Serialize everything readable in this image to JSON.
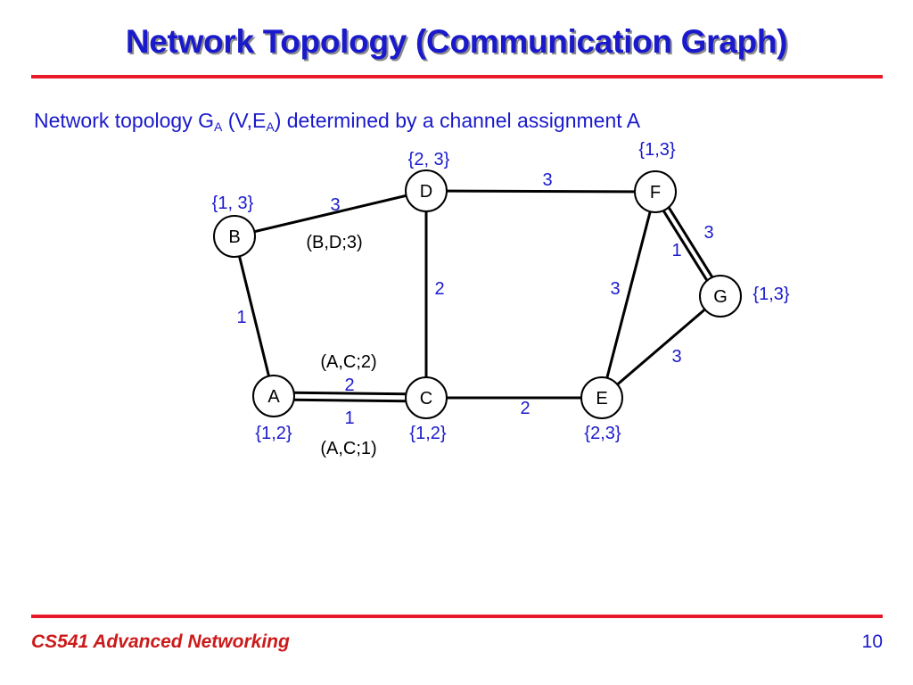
{
  "title": "Network Topology (Communication Graph)",
  "subtitle": {
    "prefix": "Network topology G",
    "sub1": "A",
    "middle": " (V,E",
    "sub2": "A",
    "suffix": ") determined by a channel assignment A"
  },
  "footer": {
    "course": "CS541 Advanced Networking",
    "page": "10"
  },
  "colors": {
    "title": "#1a1acc",
    "accent_rule": "#e81a2a",
    "label_blue": "#1a1acc",
    "footer_red": "#cc1a1a",
    "edge": "#000000"
  },
  "graph": {
    "nodes": [
      {
        "id": "B",
        "label": "B",
        "channels": "{1, 3}"
      },
      {
        "id": "D",
        "label": "D",
        "channels": "{2, 3}"
      },
      {
        "id": "F",
        "label": "F",
        "channels": "{1,3}"
      },
      {
        "id": "G",
        "label": "G",
        "channels": "{1,3}"
      },
      {
        "id": "A",
        "label": "A",
        "channels": "{1,2}"
      },
      {
        "id": "C",
        "label": "C",
        "channels": "{1,2}"
      },
      {
        "id": "E",
        "label": "E",
        "channels": "{2,3}"
      }
    ],
    "edges": [
      {
        "id": "B-D",
        "from": "B",
        "to": "D",
        "channel": "3"
      },
      {
        "id": "D-F",
        "from": "D",
        "to": "F",
        "channel": "3"
      },
      {
        "id": "B-A",
        "from": "B",
        "to": "A",
        "channel": "1"
      },
      {
        "id": "D-C",
        "from": "D",
        "to": "C",
        "channel": "2"
      },
      {
        "id": "F-E",
        "from": "F",
        "to": "E",
        "channel": "3"
      },
      {
        "id": "F-G-1",
        "from": "F",
        "to": "G",
        "channel": "1"
      },
      {
        "id": "F-G-3",
        "from": "F",
        "to": "G",
        "channel": "3"
      },
      {
        "id": "G-E",
        "from": "G",
        "to": "E",
        "channel": "3"
      },
      {
        "id": "A-C-2",
        "from": "A",
        "to": "C",
        "channel": "2"
      },
      {
        "id": "A-C-1",
        "from": "A",
        "to": "C",
        "channel": "1"
      },
      {
        "id": "C-E",
        "from": "C",
        "to": "E",
        "channel": "2"
      }
    ],
    "annotations": [
      {
        "id": "bd3",
        "text": "(B,D;3)"
      },
      {
        "id": "ac2",
        "text": "(A,C;2)"
      },
      {
        "id": "ac1",
        "text": "(A,C;1)"
      }
    ]
  }
}
